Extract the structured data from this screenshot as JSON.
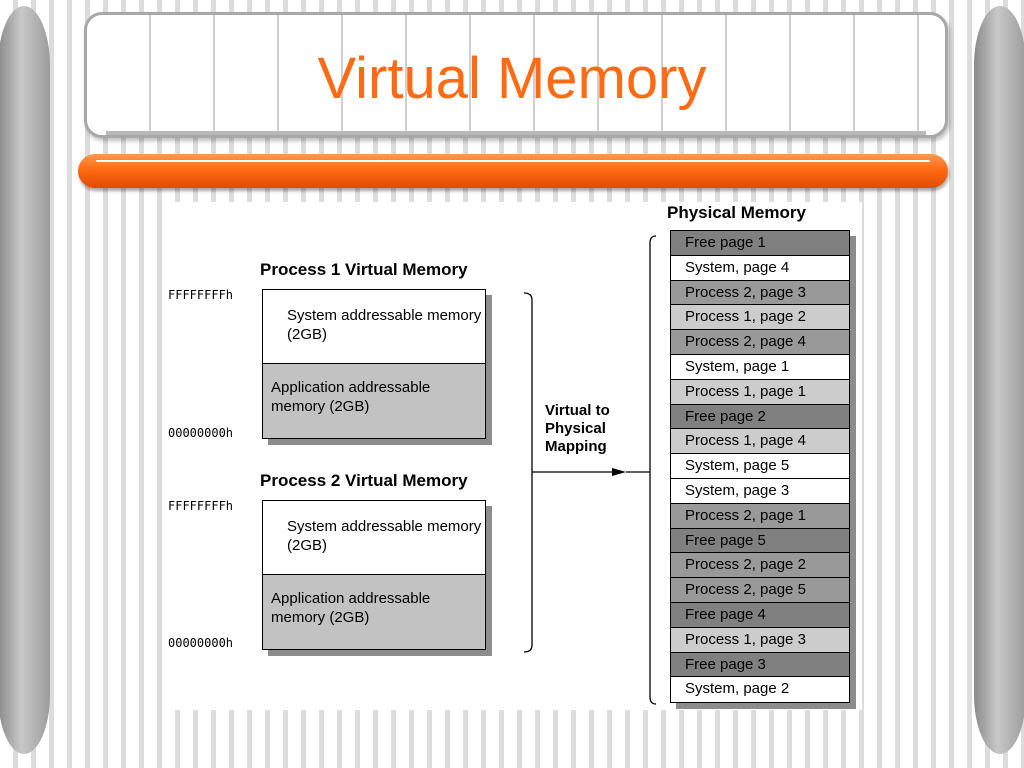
{
  "slide": {
    "title": "Virtual Memory"
  },
  "colors": {
    "title": "#ff6a13",
    "bar": "#ff6a13",
    "free": "#808080",
    "process2": "#999999",
    "process1": "#cccccc",
    "system": "#ffffff"
  },
  "process1": {
    "heading": "Process 1 Virtual Memory",
    "addr_high": "FFFFFFFFh",
    "addr_low": "00000000h",
    "system_text": "System addressable memory (2GB)",
    "app_text": "Application addressable memory (2GB)"
  },
  "process2": {
    "heading": "Process 2 Virtual Memory",
    "addr_high": "FFFFFFFFh",
    "addr_low": "00000000h",
    "system_text": "System addressable memory (2GB)",
    "app_text": "Application addressable memory (2GB)"
  },
  "mapping": {
    "line1": "Virtual to",
    "line2": "Physical",
    "line3": "Mapping"
  },
  "physical": {
    "heading": "Physical Memory",
    "pages": [
      {
        "label": "Free page 1",
        "kind": "free"
      },
      {
        "label": "System, page 4",
        "kind": "system"
      },
      {
        "label": "Process 2, page 3",
        "kind": "proc2"
      },
      {
        "label": "Process 1, page 2",
        "kind": "proc1"
      },
      {
        "label": "Process 2, page 4",
        "kind": "proc2"
      },
      {
        "label": "System, page 1",
        "kind": "system"
      },
      {
        "label": "Process 1, page 1",
        "kind": "proc1"
      },
      {
        "label": "Free page 2",
        "kind": "free"
      },
      {
        "label": "Process 1, page 4",
        "kind": "proc1"
      },
      {
        "label": "System, page 5",
        "kind": "system"
      },
      {
        "label": "System, page 3",
        "kind": "system"
      },
      {
        "label": "Process 2, page 1",
        "kind": "proc2"
      },
      {
        "label": "Free page 5",
        "kind": "free"
      },
      {
        "label": "Process 2, page 2",
        "kind": "proc2"
      },
      {
        "label": "Process 2, page 5",
        "kind": "proc2"
      },
      {
        "label": "Free page 4",
        "kind": "free"
      },
      {
        "label": "Process 1, page 3",
        "kind": "proc1"
      },
      {
        "label": "Free page 3",
        "kind": "free"
      },
      {
        "label": "System, page 2",
        "kind": "system"
      }
    ]
  }
}
